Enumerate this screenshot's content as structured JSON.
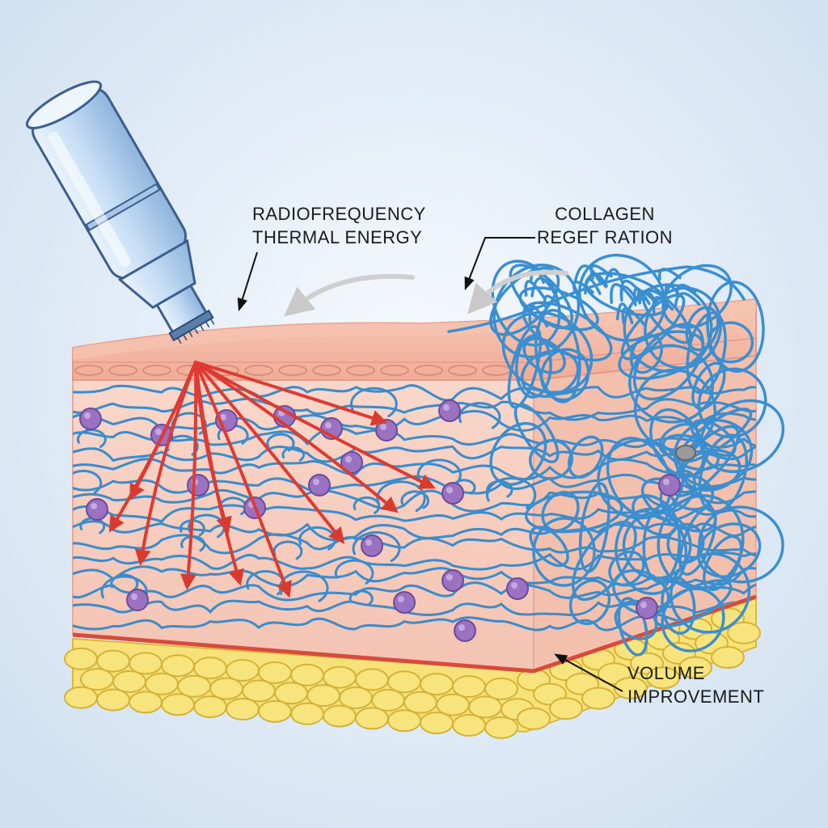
{
  "labels": {
    "radiofrequency": {
      "line1": "RADIOFREQUENCY",
      "line2": "THERMAL ENERGY"
    },
    "collagen": {
      "line1": "COLLAGEN",
      "line2": "REGEΓ RATION"
    },
    "volume": {
      "line1": "VOLUME",
      "line2": "IMPROVEMENT"
    }
  },
  "colors": {
    "background": "#dfeaf5",
    "epidermis": "#f3b9a7",
    "dermis": "#f7cfc1",
    "collagen_fiber": "#3d8fcc",
    "fat_cells": "#f5e070",
    "energy_rays": "#dd3b32",
    "fibroblasts": "#9a70c0",
    "device": "#b8d3f0"
  },
  "icons": [
    "rf-device-icon",
    "energy-ray-arrow",
    "collagen-fiber",
    "fibroblast-cell",
    "fat-cell",
    "pointer-arrow"
  ]
}
